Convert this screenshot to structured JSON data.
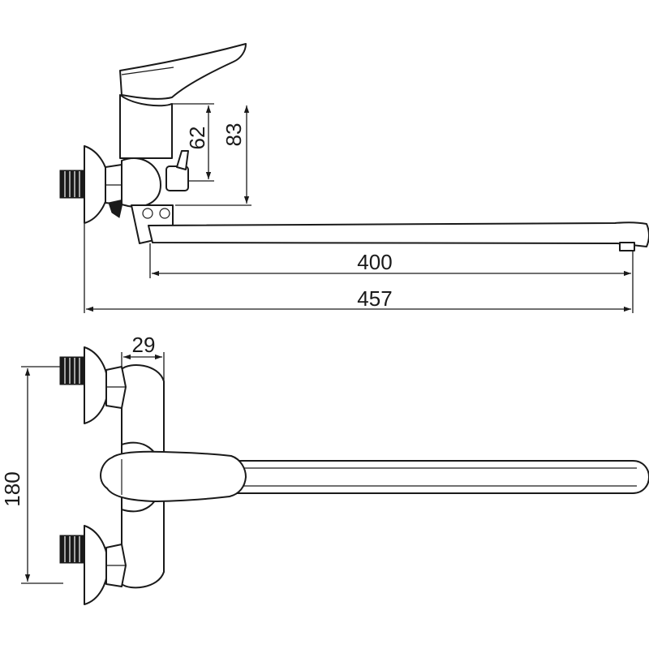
{
  "dimensions": {
    "valve_to_handle": "62",
    "outlet_height": "83",
    "spout_length": "400",
    "overall_length": "457",
    "body_depth": "29",
    "inlet_spacing": "180"
  }
}
